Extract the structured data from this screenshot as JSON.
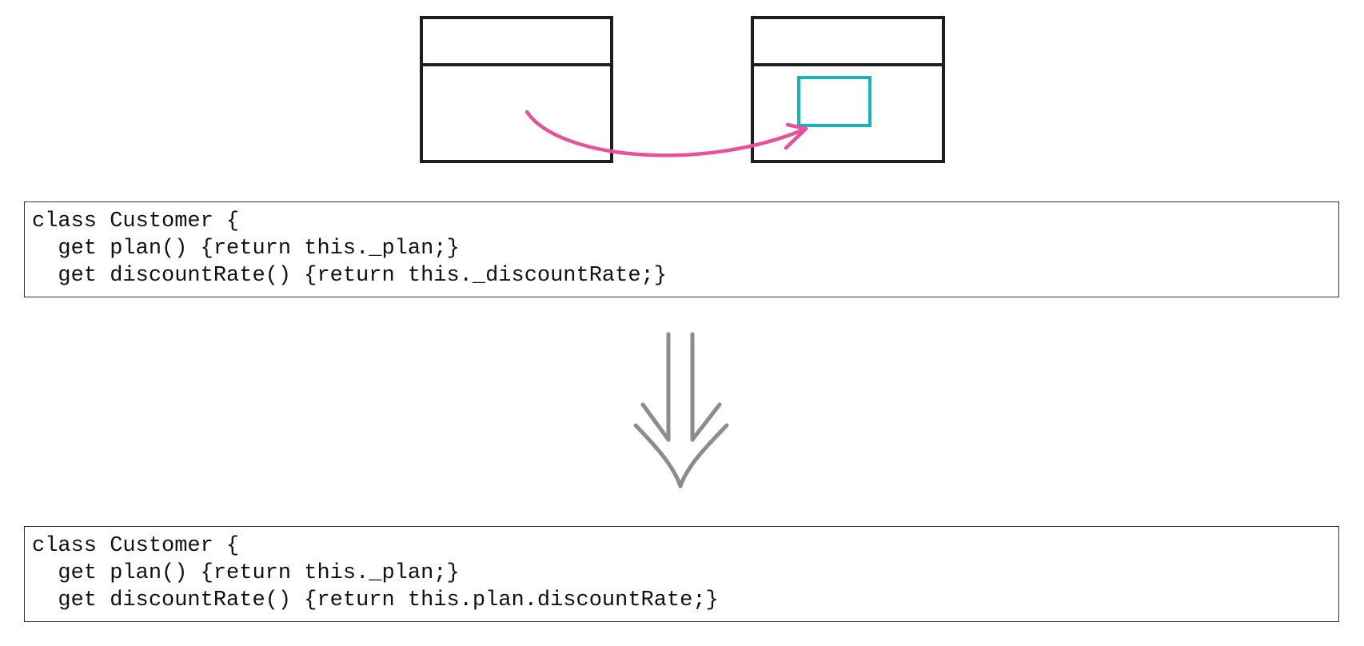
{
  "colors": {
    "box_stroke": "#1e1e1e",
    "move_arrow": "#e8509a",
    "moved_field": "#17b3c1",
    "transform_arrow": "#8c8c8c",
    "code_border": "#333333"
  },
  "diagram": {
    "source_class": "class-box-source",
    "target_class": "class-box-target",
    "moved_element": "moved-field-box",
    "arrow": "move-arrow",
    "transform_icon": "double-down-arrow-icon"
  },
  "code_before": {
    "lines": [
      "class Customer {",
      "  get plan() {return this._plan;}",
      "  get discountRate() {return this._discountRate;}"
    ]
  },
  "code_after": {
    "lines": [
      "class Customer {",
      "  get plan() {return this._plan;}",
      "  get discountRate() {return this.plan.discountRate;}"
    ]
  }
}
